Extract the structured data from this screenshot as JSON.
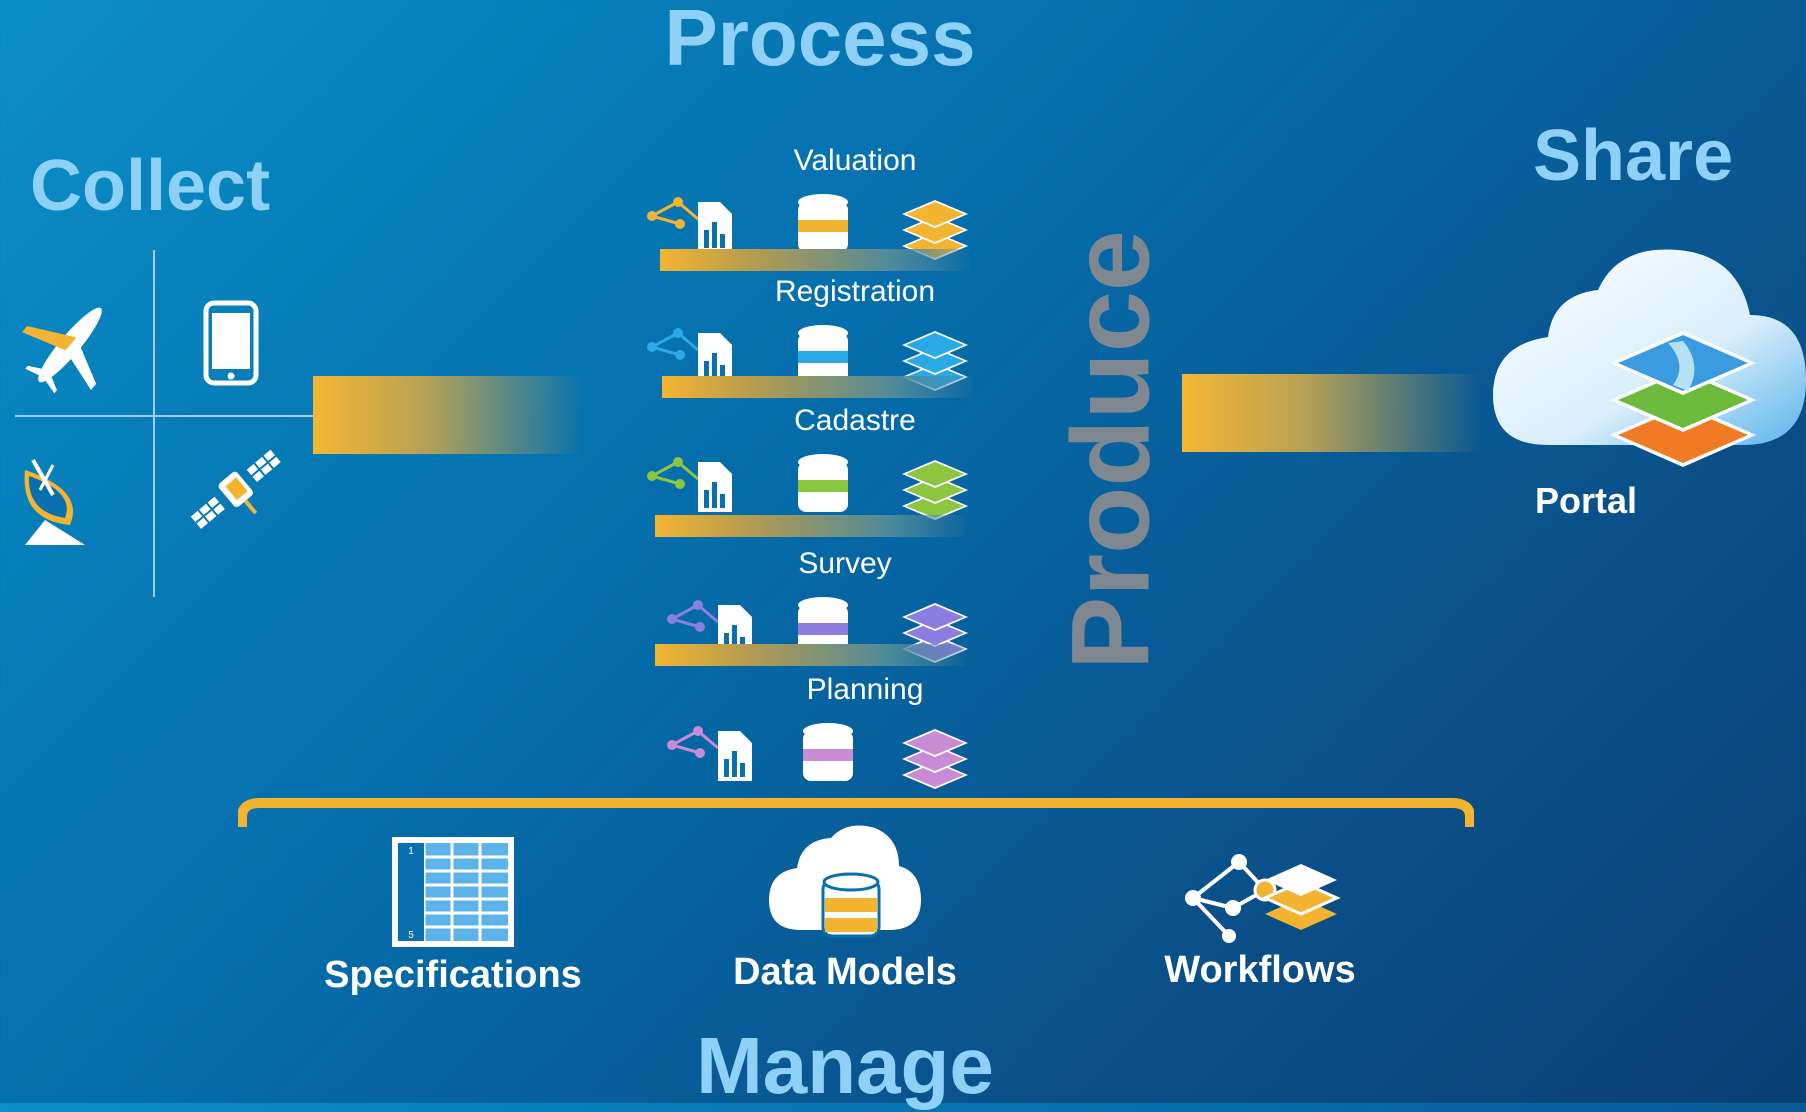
{
  "headings": {
    "process": "Process",
    "collect": "Collect",
    "share": "Share",
    "manage": "Manage",
    "produce": "Produce"
  },
  "collect_icons": [
    "airplane-icon",
    "mobile-phone-icon",
    "satellite-dish-icon",
    "satellite-icon"
  ],
  "process_rows": [
    {
      "label": "Valuation",
      "color": "#f3b431"
    },
    {
      "label": "Registration",
      "color": "#2aa9e8"
    },
    {
      "label": "Cadastre",
      "color": "#8cc63f"
    },
    {
      "label": "Survey",
      "color": "#8b7ee0"
    },
    {
      "label": "Planning",
      "color": "#c88bd6"
    }
  ],
  "share": {
    "portal_label": "Portal"
  },
  "manage_items": [
    {
      "label": "Specifications",
      "icon": "spreadsheet-icon"
    },
    {
      "label": "Data Models",
      "icon": "cloud-database-icon"
    },
    {
      "label": "Workflows",
      "icon": "workflow-layers-icon"
    }
  ],
  "colors": {
    "accent_gold": "#f3b431",
    "heading_blue": "#8fd0f7",
    "produce_gray": "#7f8790",
    "background": "#0a6fae"
  }
}
